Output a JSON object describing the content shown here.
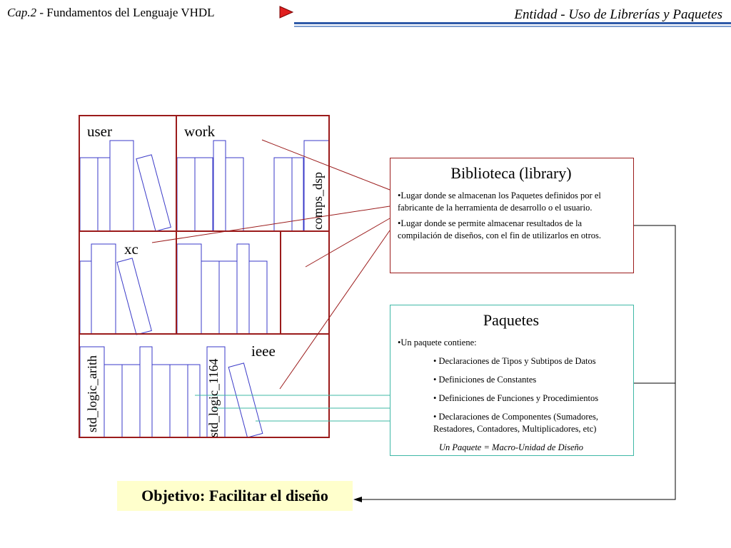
{
  "header": {
    "cap": "Cap.2",
    "title_rest": " - Fundamentos del Lenguaje VHDL",
    "section": "Entidad - Uso de Librerías y Paquetes"
  },
  "bookcase": {
    "shelf_user": "user",
    "shelf_work": "work",
    "shelf_xc": "xc",
    "shelf_ieee": "ieee",
    "book_comps_dsp": "comps_dsp",
    "book_std_logic_arith": "std_logic_arith",
    "book_std_logic_1164": "std_logic_1164"
  },
  "library_box": {
    "title": "Biblioteca (library)",
    "bullet1": "•Lugar donde se almacenan los Paquetes definidos por el fabricante de la herramienta de desarrollo o el usuario.",
    "bullet2": "•Lugar donde se permite almacenar resultados de la compilación de diseños, con el fin de utilizarlos en otros."
  },
  "package_box": {
    "title": "Paquetes",
    "intro": "•Un paquete contiene:",
    "item1": "• Declaraciones de Tipos y Subtipos de Datos",
    "item2": "• Definiciones de Constantes",
    "item3": "• Definiciones de Funciones y Procedimientos",
    "item4": "• Declaraciones de Componentes (Sumadores, Restadores, Contadores, Multiplicadores, etc)",
    "note": "Un Paquete = Macro-Unidad de Diseño"
  },
  "objective": "Objetivo: Facilitar el diseño",
  "colors": {
    "frame": "#9b1b1b",
    "book": "#3a3ac8",
    "package_link": "#3fb8a6",
    "rule": "#2f5aa8",
    "objective_bg": "#ffffcc",
    "nav_arrow": "#e02020"
  }
}
